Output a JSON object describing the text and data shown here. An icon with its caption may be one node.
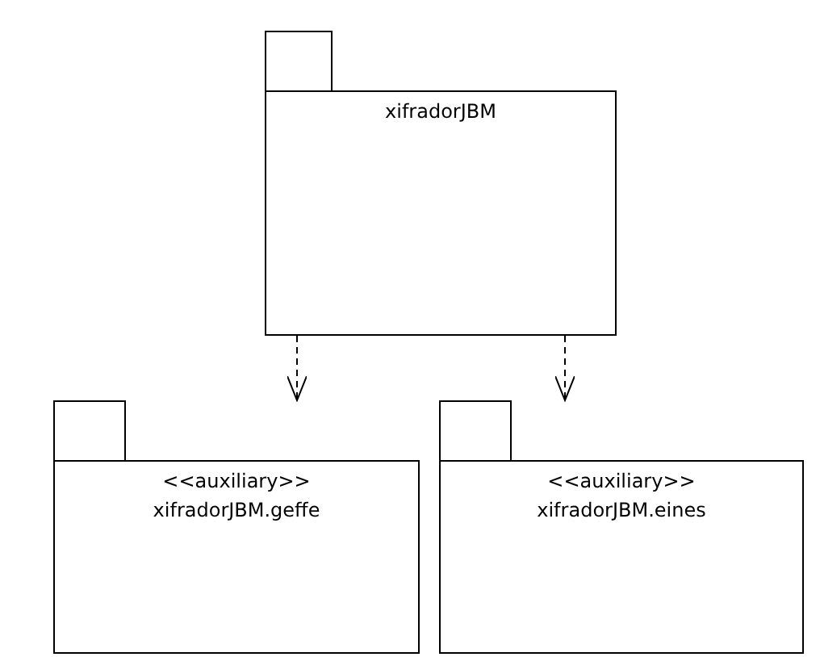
{
  "diagram": {
    "nodes": [
      {
        "text": [
          "xifradorJBM"
        ]
      },
      {
        "text": [
          "<<auxiliary>>",
          "xifradorJBM.geffe"
        ]
      },
      {
        "text": [
          "<<auxiliary>>",
          "xifradorJBM.eines"
        ]
      }
    ],
    "edges": [
      {
        "from": 0,
        "to": 1,
        "arrow": "to",
        "style": "dashed"
      },
      {
        "from": 0,
        "to": 2,
        "arrow": "to",
        "style": "dashed"
      }
    ]
  }
}
